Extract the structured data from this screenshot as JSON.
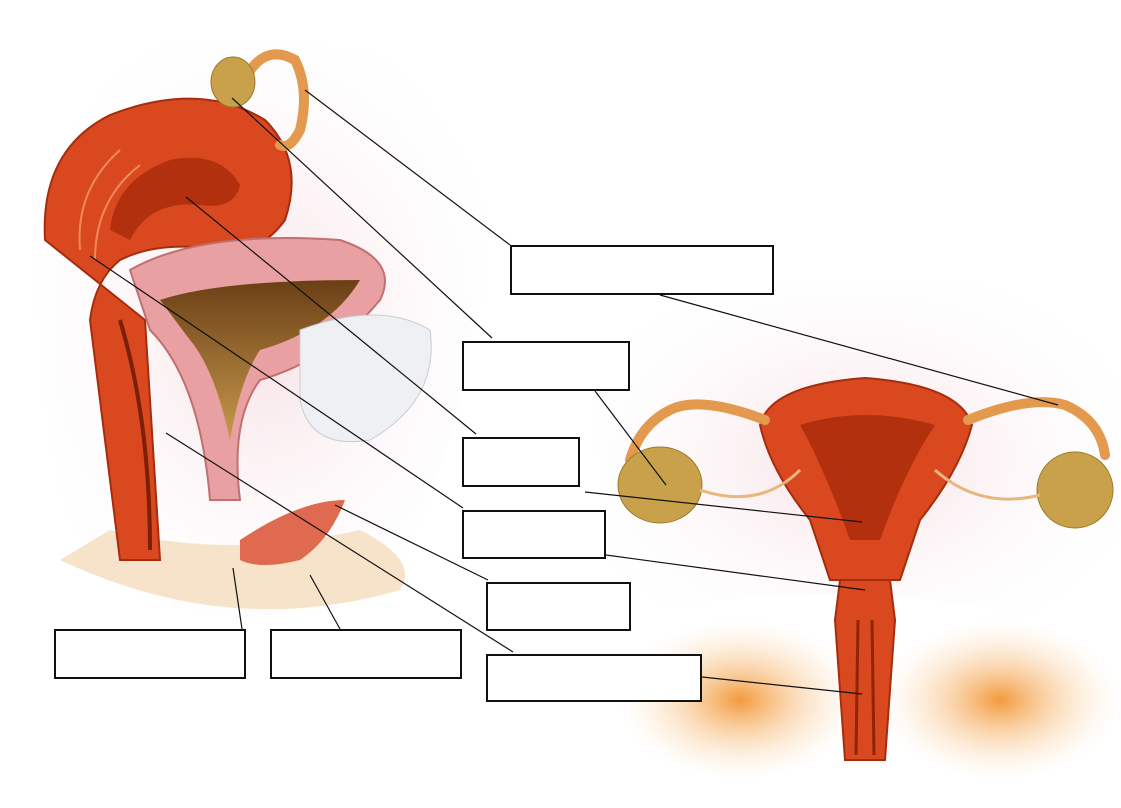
{
  "diagram": {
    "colors": {
      "muscle": "#d9481f",
      "muscle_dark": "#b3300f",
      "tube": "#e39a4e",
      "ovary": "#c9a14a",
      "tissue_pink": "#f3d3d9",
      "bladder_lining": "#8a5a24",
      "leader_line": "#111111",
      "box_border": "#111111"
    },
    "label_boxes": [
      {
        "id": "box-1",
        "text": ""
      },
      {
        "id": "box-2",
        "text": ""
      },
      {
        "id": "box-3",
        "text": ""
      },
      {
        "id": "box-4",
        "text": ""
      },
      {
        "id": "box-5",
        "text": ""
      },
      {
        "id": "box-6",
        "text": ""
      },
      {
        "id": "box-7",
        "text": ""
      },
      {
        "id": "box-8",
        "text": ""
      }
    ]
  }
}
